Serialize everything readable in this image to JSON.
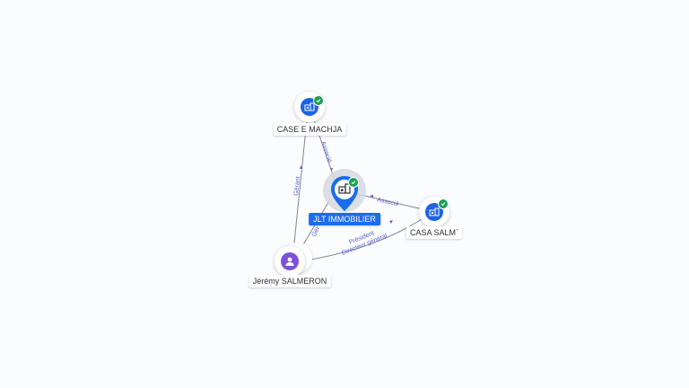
{
  "nodes": {
    "main": {
      "label": "JLT IMMOBILIER",
      "icon": "building-icon",
      "verified": true
    },
    "case_machja": {
      "label": "CASE E MACHJA",
      "icon": "building-icon",
      "verified": true
    },
    "casa_salm": {
      "label": "CASA SALM`",
      "icon": "building-icon",
      "verified": true
    },
    "person": {
      "label": "Jérémy SALMERON",
      "icon": "user-icon",
      "verified": false
    }
  },
  "edges": {
    "case_to_main": "Associé",
    "casa_to_main": "Associé",
    "person_to_case": "Gérant",
    "person_to_main": "Gér",
    "person_to_casa_1": "Président",
    "person_to_casa_2": "Directeur général"
  },
  "colors": {
    "company": "#1e63e6",
    "person": "#7b52d9",
    "verified": "#1f9d56",
    "main_label_bg": "#1a6cf0",
    "edge_label": "#5a63c8"
  }
}
